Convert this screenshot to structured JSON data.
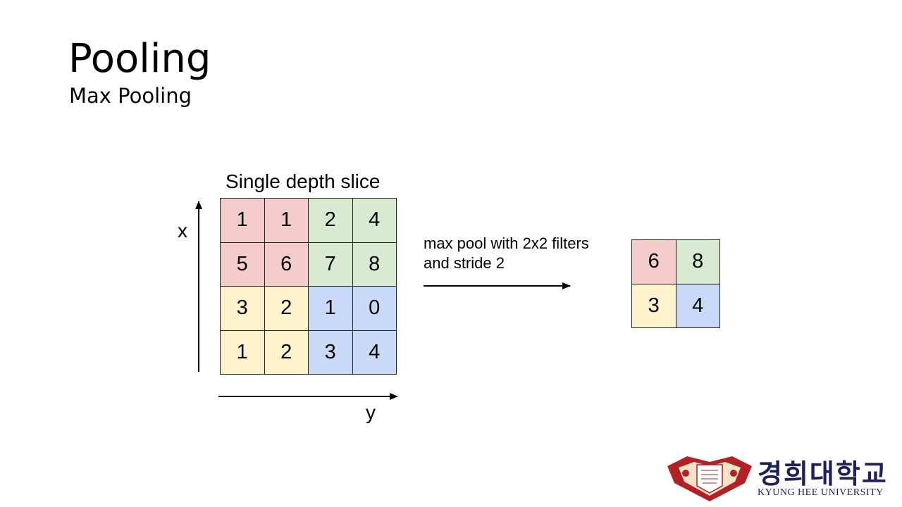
{
  "slide": {
    "title": "Pooling",
    "subtitle": "Max Pooling"
  },
  "diagram": {
    "input_label": "Single depth slice",
    "x_axis_label": "x",
    "y_axis_label": "y",
    "operation_line1": "max pool with 2x2 filters",
    "operation_line2": "and stride 2",
    "input_grid": [
      [
        "1",
        "1",
        "2",
        "4"
      ],
      [
        "5",
        "6",
        "7",
        "8"
      ],
      [
        "3",
        "2",
        "1",
        "0"
      ],
      [
        "1",
        "2",
        "3",
        "4"
      ]
    ],
    "output_grid": [
      [
        "6",
        "8"
      ],
      [
        "3",
        "4"
      ]
    ],
    "quadrant_colors": {
      "top_left": "#f4cccc",
      "top_right": "#d9ead3",
      "bottom_left": "#fff2cc",
      "bottom_right": "#c9daf8"
    }
  },
  "logo": {
    "name_korean": "경희대학교",
    "name_english": "KYUNG HEE UNIVERSITY",
    "color_red": "#b32025",
    "color_navy": "#1f1f5a"
  }
}
